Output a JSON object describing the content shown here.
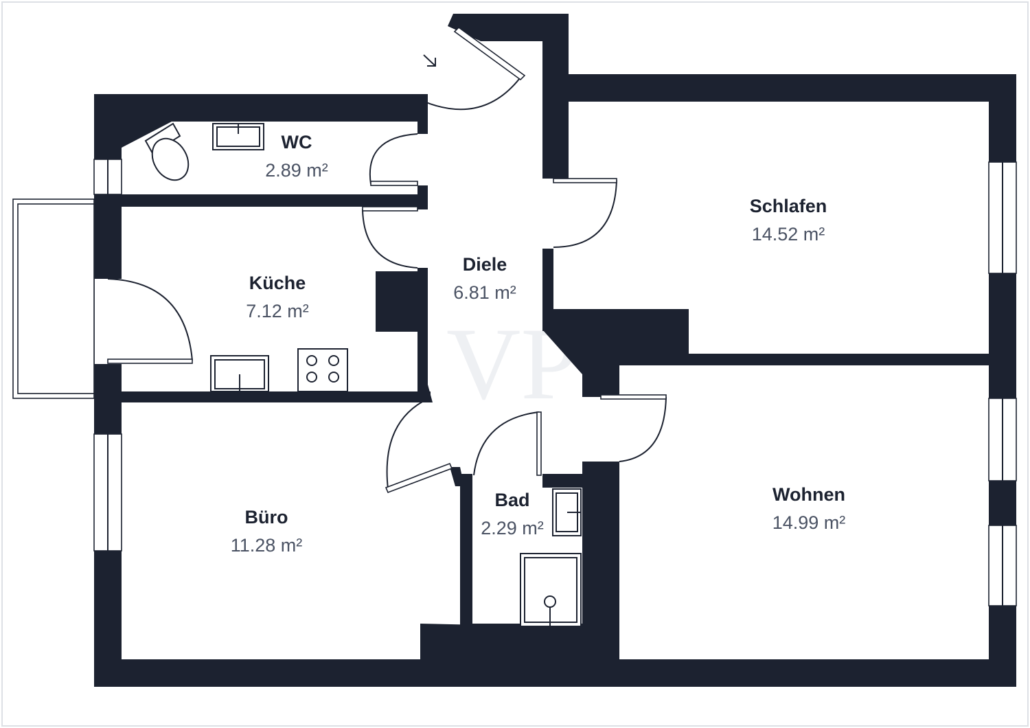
{
  "floorplan": {
    "watermark": "VP",
    "rooms": [
      {
        "id": "wc",
        "name": "WC",
        "area": "2.89 m²"
      },
      {
        "id": "schlafen",
        "name": "Schlafen",
        "area": "14.52 m²"
      },
      {
        "id": "kueche",
        "name": "Küche",
        "area": "7.12 m²"
      },
      {
        "id": "diele",
        "name": "Diele",
        "area": "6.81 m²"
      },
      {
        "id": "bad",
        "name": "Bad",
        "area": "2.29 m²"
      },
      {
        "id": "wohnen",
        "name": "Wohnen",
        "area": "14.99 m²"
      },
      {
        "id": "buero",
        "name": "Büro",
        "area": "11.28 m²"
      }
    ],
    "colors": {
      "wall": "#1c2230",
      "label": "#1c2230",
      "area_text": "#4a5263",
      "background": "#ffffff"
    },
    "icons": [
      "toilet-icon",
      "sink-icon",
      "stove-icon",
      "shower-icon",
      "entrance-arrow-icon"
    ]
  }
}
